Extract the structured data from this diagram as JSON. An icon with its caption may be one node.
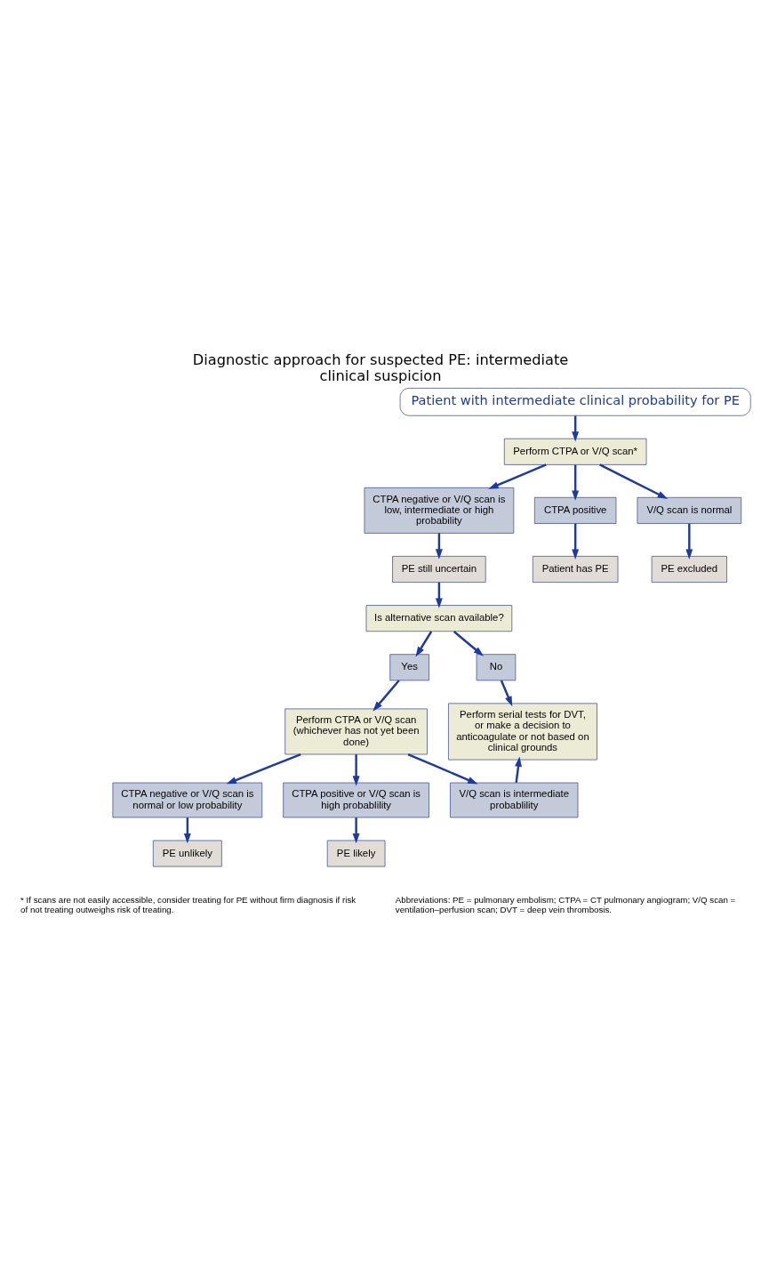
{
  "diagram": {
    "title": "Diagnostic approach for suspected PE: intermediate clinical suspicion",
    "nodes": [
      {
        "text": [
          "Patient with intermediate clinical probability for PE"
        ]
      },
      {
        "text": [
          "Perform CTPA or V/Q scan*"
        ]
      },
      {
        "text": [
          "CTPA negative or V/Q scan is low, intermediate or high probability"
        ]
      },
      {
        "text": [
          "CTPA positive"
        ]
      },
      {
        "text": [
          "V/Q scan is normal"
        ]
      },
      {
        "text": [
          "PE still uncertain"
        ]
      },
      {
        "text": [
          "Patient has PE"
        ]
      },
      {
        "text": [
          "PE excluded"
        ]
      },
      {
        "text": [
          "Is alternative scan available?"
        ]
      },
      {
        "text": [
          "Yes"
        ]
      },
      {
        "text": [
          "No"
        ]
      },
      {
        "text": [
          "Perform serial tests for DVT, or make a decision to anticoagulate or not based on clinical grounds"
        ]
      },
      {
        "text": [
          "Perform CTPA or V/Q scan (whichever has not yet been done)"
        ]
      },
      {
        "text": [
          "CTPA negative or V/Q scan is normal or low probability"
        ]
      },
      {
        "text": [
          "CTPA positive or V/Q scan is high probablility"
        ]
      },
      {
        "text": [
          "V/Q scan is intermediate probablility"
        ]
      },
      {
        "text": [
          "PE unlikely"
        ]
      },
      {
        "text": [
          "PE likely"
        ]
      }
    ],
    "edges": [
      {
        "from": 0,
        "to": 1,
        "arrow": "to"
      },
      {
        "from": 1,
        "to": 2,
        "arrow": "to"
      },
      {
        "from": 1,
        "to": 3,
        "arrow": "to"
      },
      {
        "from": 1,
        "to": 4,
        "arrow": "to"
      },
      {
        "from": 2,
        "to": 5,
        "arrow": "to"
      },
      {
        "from": 3,
        "to": 6,
        "arrow": "to"
      },
      {
        "from": 4,
        "to": 7,
        "arrow": "to"
      },
      {
        "from": 5,
        "to": 8,
        "arrow": "to"
      },
      {
        "from": 8,
        "to": 9,
        "arrow": "to"
      },
      {
        "from": 8,
        "to": 10,
        "arrow": "to"
      },
      {
        "from": 10,
        "to": 11,
        "arrow": "to"
      },
      {
        "from": 9,
        "to": 12,
        "arrow": "to"
      },
      {
        "from": 12,
        "to": 13,
        "arrow": "to"
      },
      {
        "from": 12,
        "to": 14,
        "arrow": "to"
      },
      {
        "from": 12,
        "to": 15,
        "arrow": "to"
      },
      {
        "from": 13,
        "to": 16,
        "arrow": "to"
      },
      {
        "from": 14,
        "to": 17,
        "arrow": "to"
      },
      {
        "from": 15,
        "to": 11,
        "arrow": "to"
      }
    ],
    "labels": [
      "* If scans are not easily accessible, consider treating for PE without firm diagnosis if risk of not treating outweighs risk of treating.",
      "Abbreviations: PE = pulmonary embolism; CTPA = CT pulmonary angiogram; V/Q scan = ventilation–perfusion scan; DVT = deep vein thrombosis."
    ]
  }
}
